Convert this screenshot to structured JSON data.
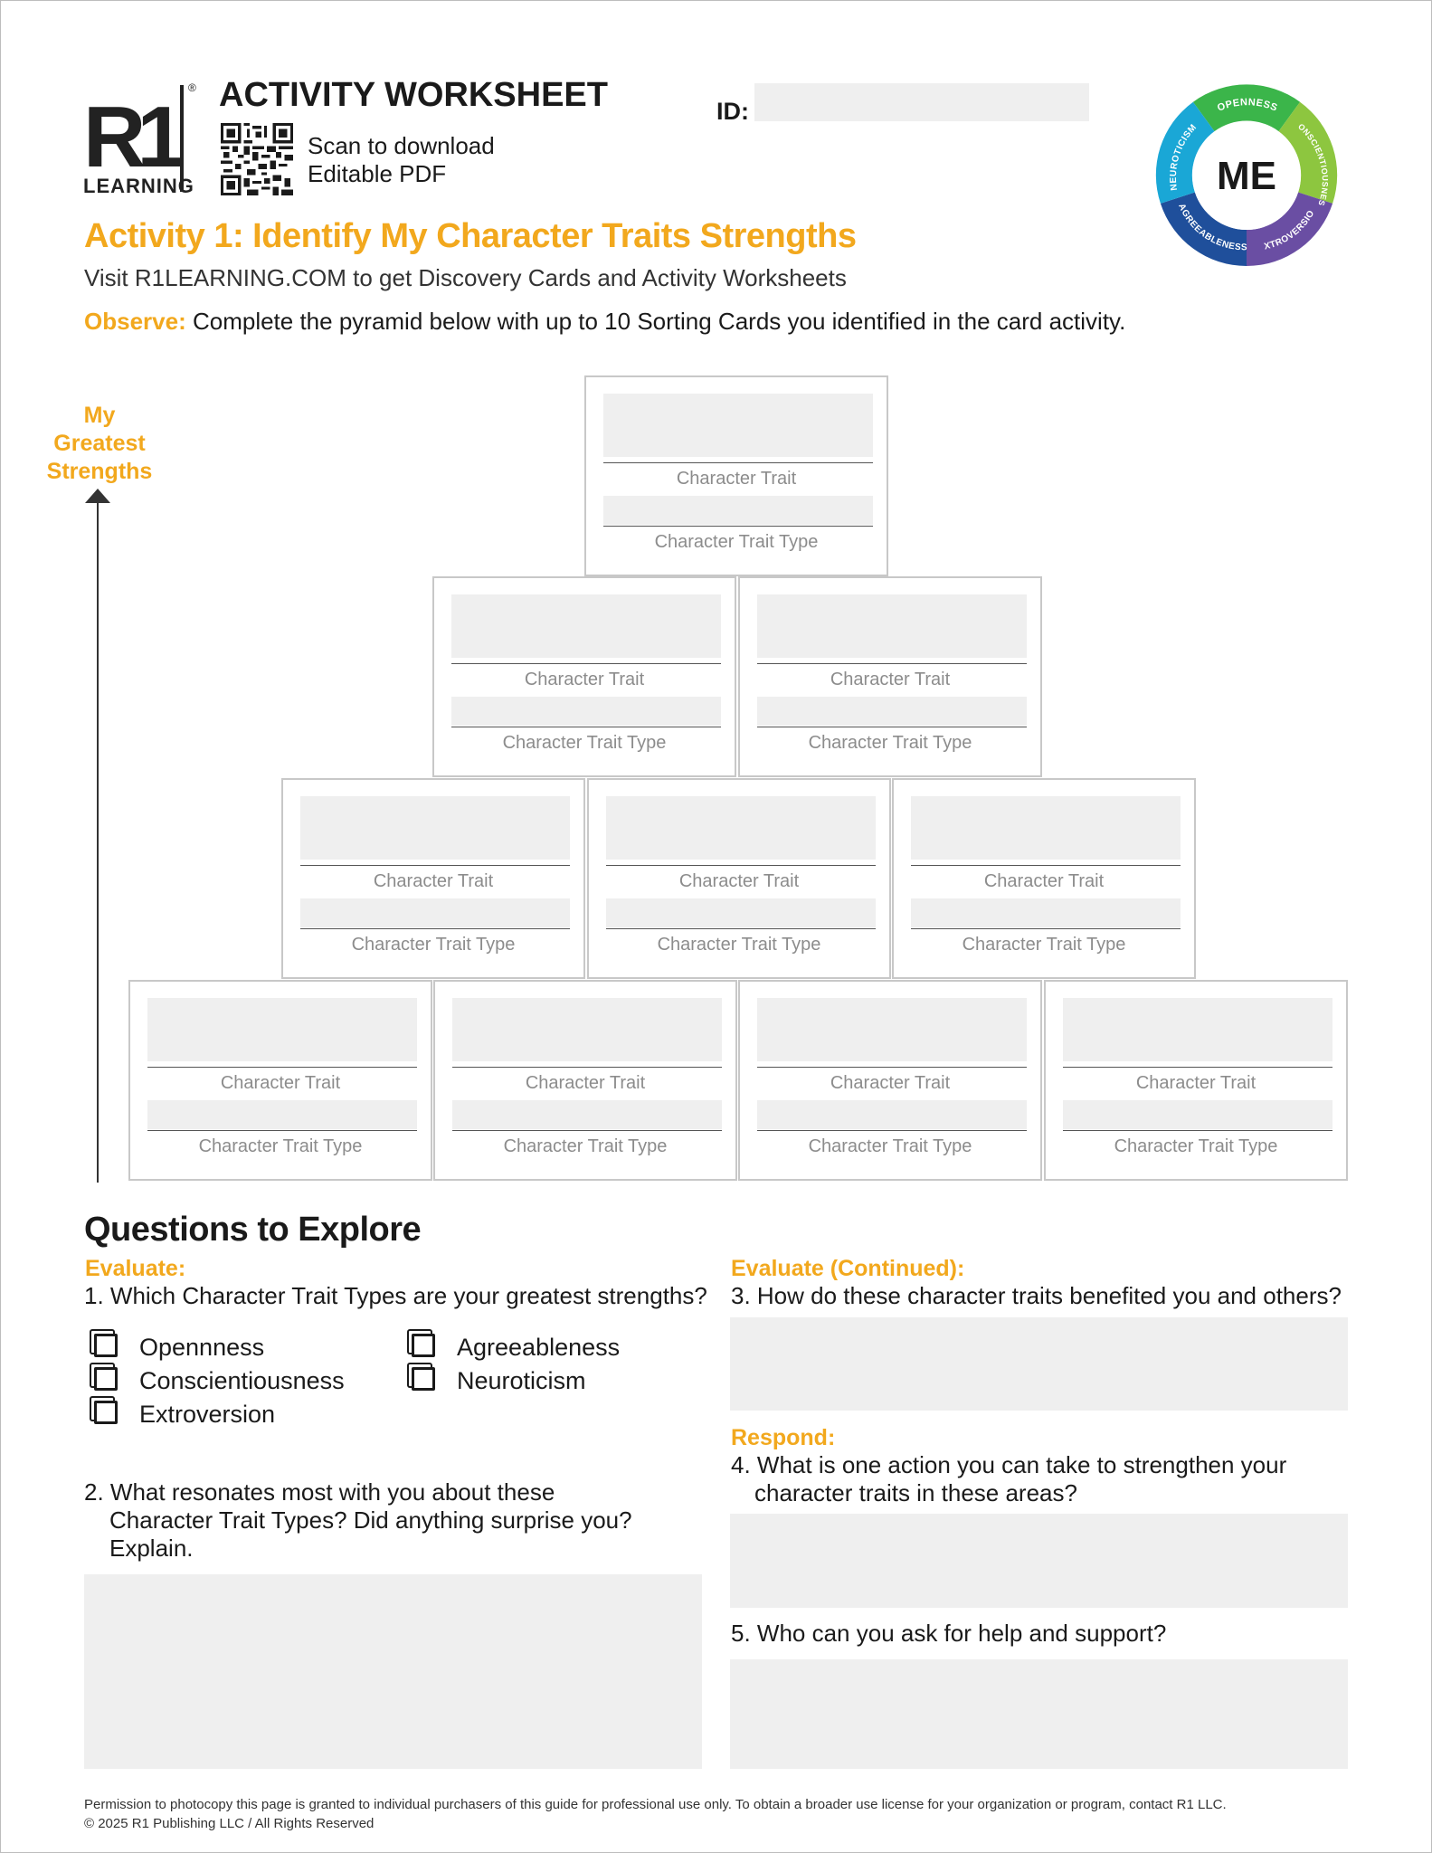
{
  "header": {
    "logo_text": "R1",
    "logo_subtext": "LEARNING",
    "logo_mark": "®",
    "title": "ACTIVITY WORKSHEET",
    "qr_text_line1": "Scan to download",
    "qr_text_line2": "Editable PDF",
    "id_label": "ID:",
    "id_value": ""
  },
  "wheel": {
    "center": "ME",
    "segments": [
      {
        "label": "OPENNESS",
        "color": "#3bb54a"
      },
      {
        "label": "CONSCIENTIOUSNESS",
        "color": "#8dc63f"
      },
      {
        "label": "EXTROVERSION",
        "color": "#6a4ea3"
      },
      {
        "label": "AGREEABLENESS",
        "color": "#1f4f9b"
      },
      {
        "label": "NEUROTICISM",
        "color": "#1aa7d6"
      }
    ]
  },
  "activity": {
    "title": "Activity 1: Identify My Character Traits Strengths",
    "visit": "Visit R1LEARNING.COM to get Discovery Cards and Activity Worksheets",
    "observe_label": "Observe:",
    "observe_text": " Complete the pyramid below with up to 10 Sorting Cards you identified in the card activity."
  },
  "pyramid": {
    "side_label_line1": "My",
    "side_label_line2": "Greatest",
    "side_label_line3": "Strengths",
    "trait_label": "Character Trait",
    "type_label": "Character Trait Type"
  },
  "questions": {
    "heading": "Questions to Explore",
    "evaluate_label": "Evaluate:",
    "q1": "1. Which Character Trait Types are your greatest strengths?",
    "options_col1": [
      "Opennness",
      "Conscientiousness",
      "Extroversion"
    ],
    "options_col2": [
      "Agreeableness",
      "Neuroticism"
    ],
    "q2_line1": "2. What resonates most with you about these",
    "q2_line2": "Character Trait Types? Did anything surprise you?",
    "q2_line3": "Explain.",
    "evaluate_continued_label": "Evaluate (Continued):",
    "q3": "3. How do these character traits benefited you and others?",
    "respond_label": "Respond:",
    "q4_line1": "4. What is one action you can take to strengthen your",
    "q4_line2": "character traits in these areas?",
    "q5": "5. Who can you ask for help and support?"
  },
  "footer": {
    "line1": "Permission to photocopy this page is granted to individual purchasers of this guide for professional use only. To obtain a broader use license for your organization or program, contact R1 LLC.",
    "line2": "© 2025 R1 Publishing LLC / All Rights Reserved"
  },
  "colors": {
    "accent": "#f2a81d",
    "field": "#efefef",
    "placeholder_text": "#8c8c8c"
  }
}
